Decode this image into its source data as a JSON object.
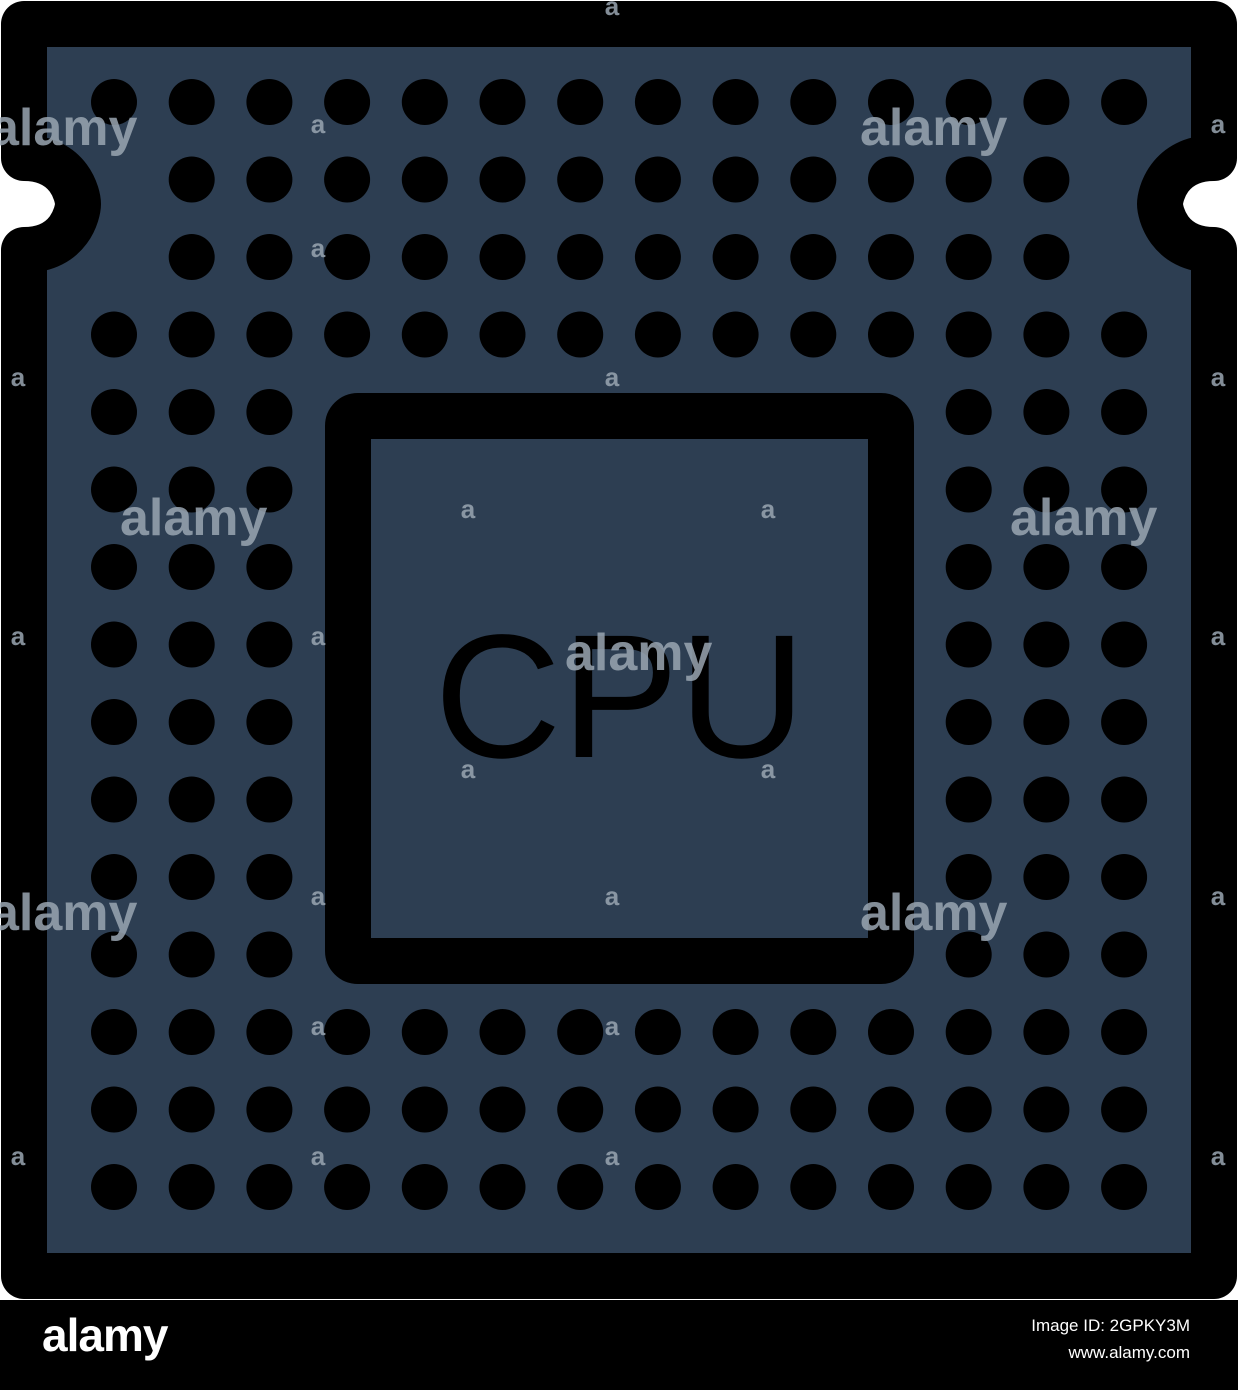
{
  "icon": {
    "label": "CPU",
    "colors": {
      "body": "#2d3e52",
      "outline": "#000000",
      "pin": "#000000",
      "background": "#ffffff",
      "footer": "#000000",
      "watermark": "#9aa6b2"
    },
    "pin_grid": {
      "columns": 14,
      "rows": 15
    }
  },
  "watermark": {
    "text": "alamy"
  },
  "footer": {
    "brand": "alamy",
    "image_id": "Image ID: 2GPKY3M",
    "site": "www.alamy.com"
  }
}
